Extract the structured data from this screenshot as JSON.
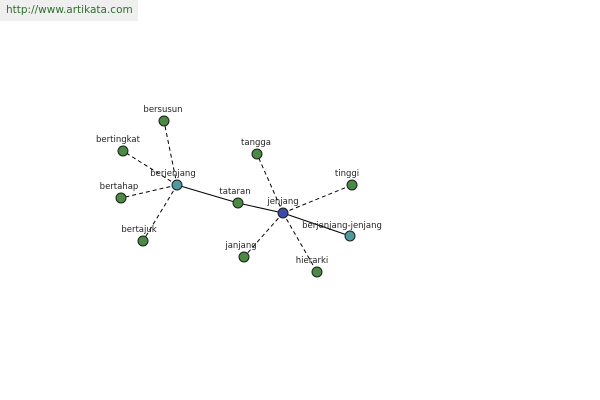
{
  "banner": {
    "url_text": "http://www.artikata.com"
  },
  "colors": {
    "leaf": "#4a8a44",
    "hub_secondary": "#4f9aa0",
    "hub_primary": "#3b4aa8",
    "banner_bg": "#efefef",
    "banner_text": "#2f6f2f"
  },
  "graph": {
    "nodes": [
      {
        "id": "jenjang",
        "label": "jenjang",
        "kind": "hub_primary"
      },
      {
        "id": "berjenjang",
        "label": "berjenjang",
        "kind": "hub_secondary"
      },
      {
        "id": "berjenjang-jenjang",
        "label": "berjenjang-jenjang",
        "kind": "hub_secondary"
      },
      {
        "id": "tataran",
        "label": "tataran",
        "kind": "leaf"
      },
      {
        "id": "tangga",
        "label": "tangga",
        "kind": "leaf"
      },
      {
        "id": "tinggi",
        "label": "tinggi",
        "kind": "leaf"
      },
      {
        "id": "janjang",
        "label": "janjang",
        "kind": "leaf"
      },
      {
        "id": "hierarki",
        "label": "hierarki",
        "kind": "leaf"
      },
      {
        "id": "bersusun",
        "label": "bersusun",
        "kind": "leaf"
      },
      {
        "id": "bertingkat",
        "label": "bertingkat",
        "kind": "leaf"
      },
      {
        "id": "bertahap",
        "label": "bertahap",
        "kind": "leaf"
      },
      {
        "id": "bertajuk",
        "label": "bertajuk",
        "kind": "leaf"
      }
    ],
    "edges": [
      {
        "from": "berjenjang",
        "to": "tataran",
        "style": "solid"
      },
      {
        "from": "tataran",
        "to": "jenjang",
        "style": "solid"
      },
      {
        "from": "jenjang",
        "to": "berjenjang-jenjang",
        "style": "solid"
      },
      {
        "from": "jenjang",
        "to": "tangga",
        "style": "dashed"
      },
      {
        "from": "jenjang",
        "to": "tinggi",
        "style": "dashed"
      },
      {
        "from": "jenjang",
        "to": "janjang",
        "style": "dashed"
      },
      {
        "from": "jenjang",
        "to": "hierarki",
        "style": "dashed"
      },
      {
        "from": "berjenjang",
        "to": "bersusun",
        "style": "dashed"
      },
      {
        "from": "berjenjang",
        "to": "bertingkat",
        "style": "dashed"
      },
      {
        "from": "berjenjang",
        "to": "bertahap",
        "style": "dashed"
      },
      {
        "from": "berjenjang",
        "to": "bertajuk",
        "style": "dashed"
      }
    ]
  }
}
